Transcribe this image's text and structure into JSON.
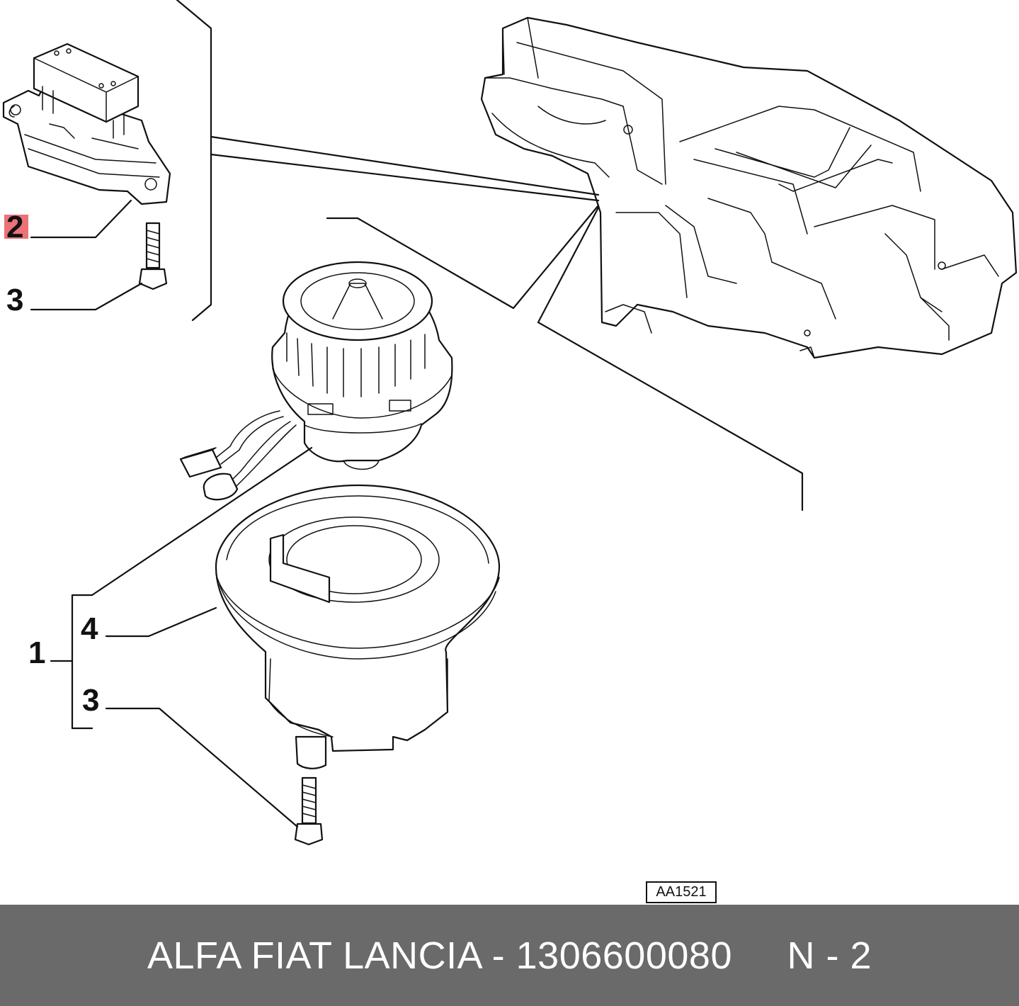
{
  "callouts": {
    "c2": "2",
    "c3_top": "3",
    "c4": "4",
    "c1": "1",
    "c3_bottom": "3"
  },
  "reference_code": "AA1521",
  "footer": {
    "text": "ALFA FIAT LANCIA - 1306600080     N - 2"
  },
  "colors": {
    "footer_bg": "#6a6a6a",
    "highlight": "#e8595f",
    "line": "#111111"
  }
}
